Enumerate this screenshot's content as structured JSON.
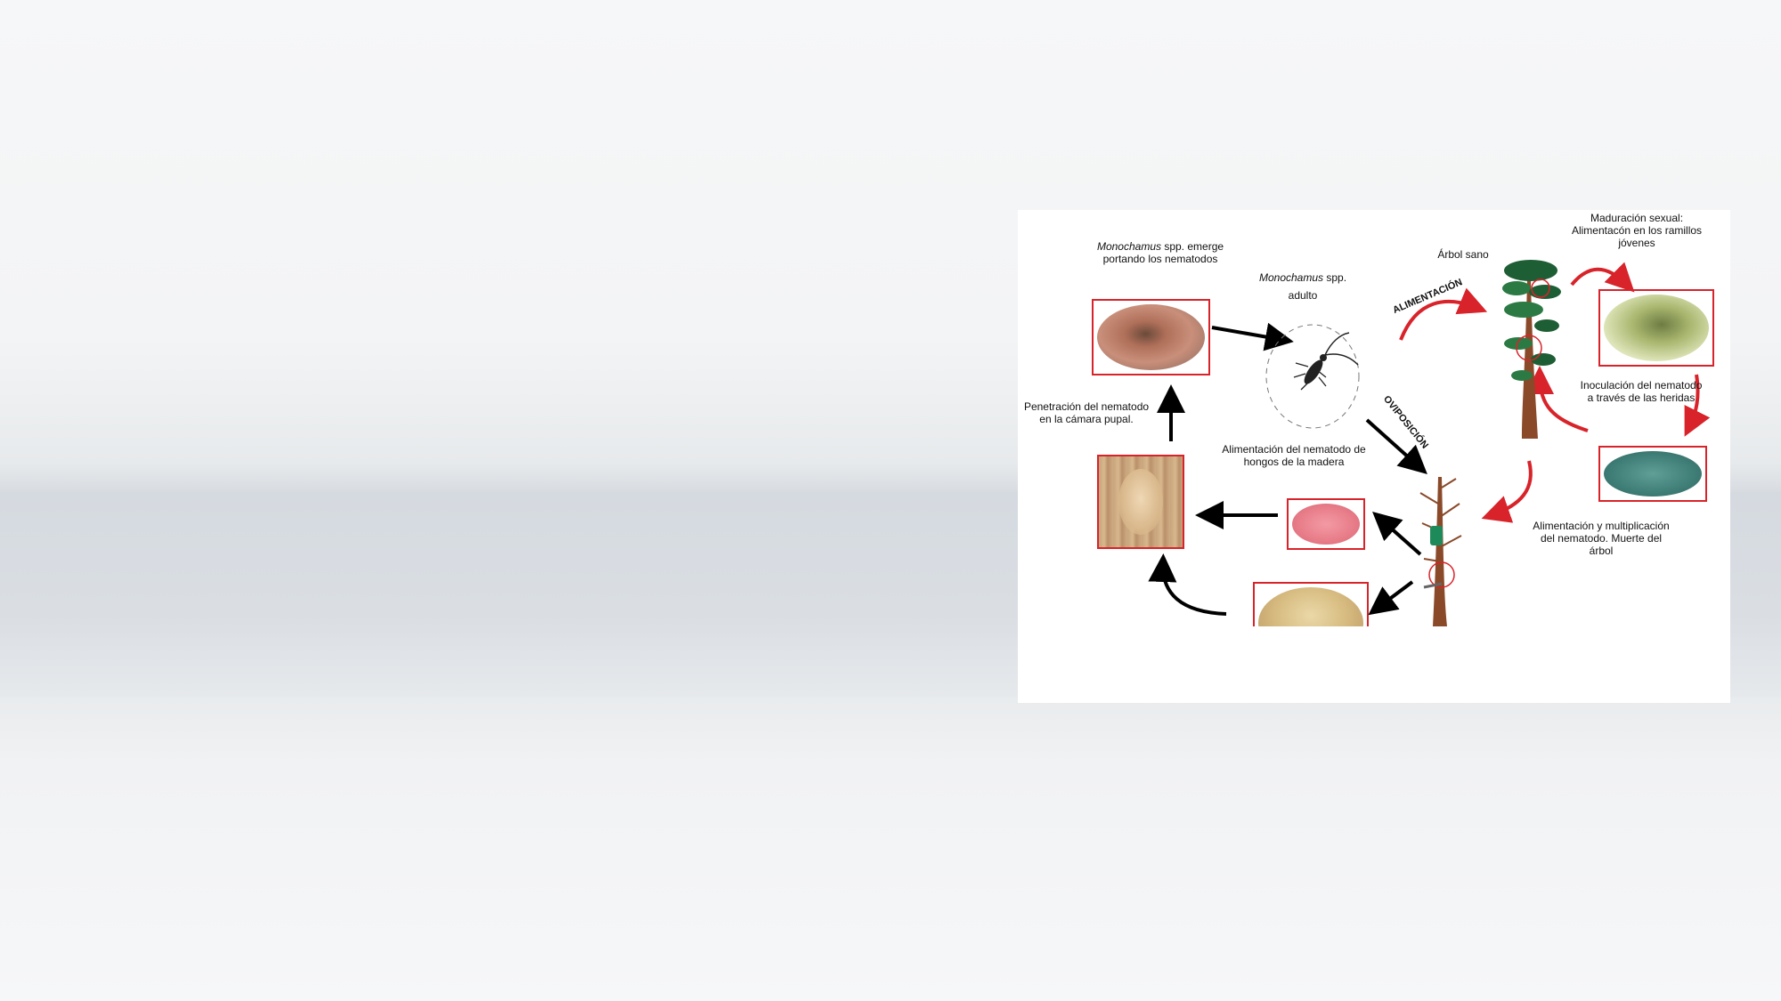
{
  "labels": {
    "emerge_italic": "Monochamus",
    "emerge_rest": " spp. emerge",
    "emerge_line2": "portando los nematodos",
    "adult_italic": "Monochamus",
    "adult_rest": " spp.",
    "adult_line2": "adulto",
    "arbol_sano": "Árbol sano",
    "maduracion_1": "Maduración sexual:",
    "maduracion_2": "Alimentacón en los ramillos",
    "maduracion_3": "jóvenes",
    "inoculacion_1": "Inoculación del nematodo",
    "inoculacion_2": "a través de las heridas",
    "penetracion_1": "Penetración del nematodo",
    "penetracion_2": "en la cámara pupal.",
    "alim_hongos_1": "Alimentación del nematodo de",
    "alim_hongos_2": "hongos de la madera",
    "alim_mult_1": "Alimentación y multiplicación",
    "alim_mult_2": "del nematodo. Muerte del",
    "alim_mult_3": "árbol",
    "alimentacion_arrow": "ALIMENTACIÓN",
    "oviposicion_arrow": "OVIPOSICIÓN"
  },
  "colors": {
    "accent_red": "#d8232a",
    "arrow_black": "#000000"
  }
}
